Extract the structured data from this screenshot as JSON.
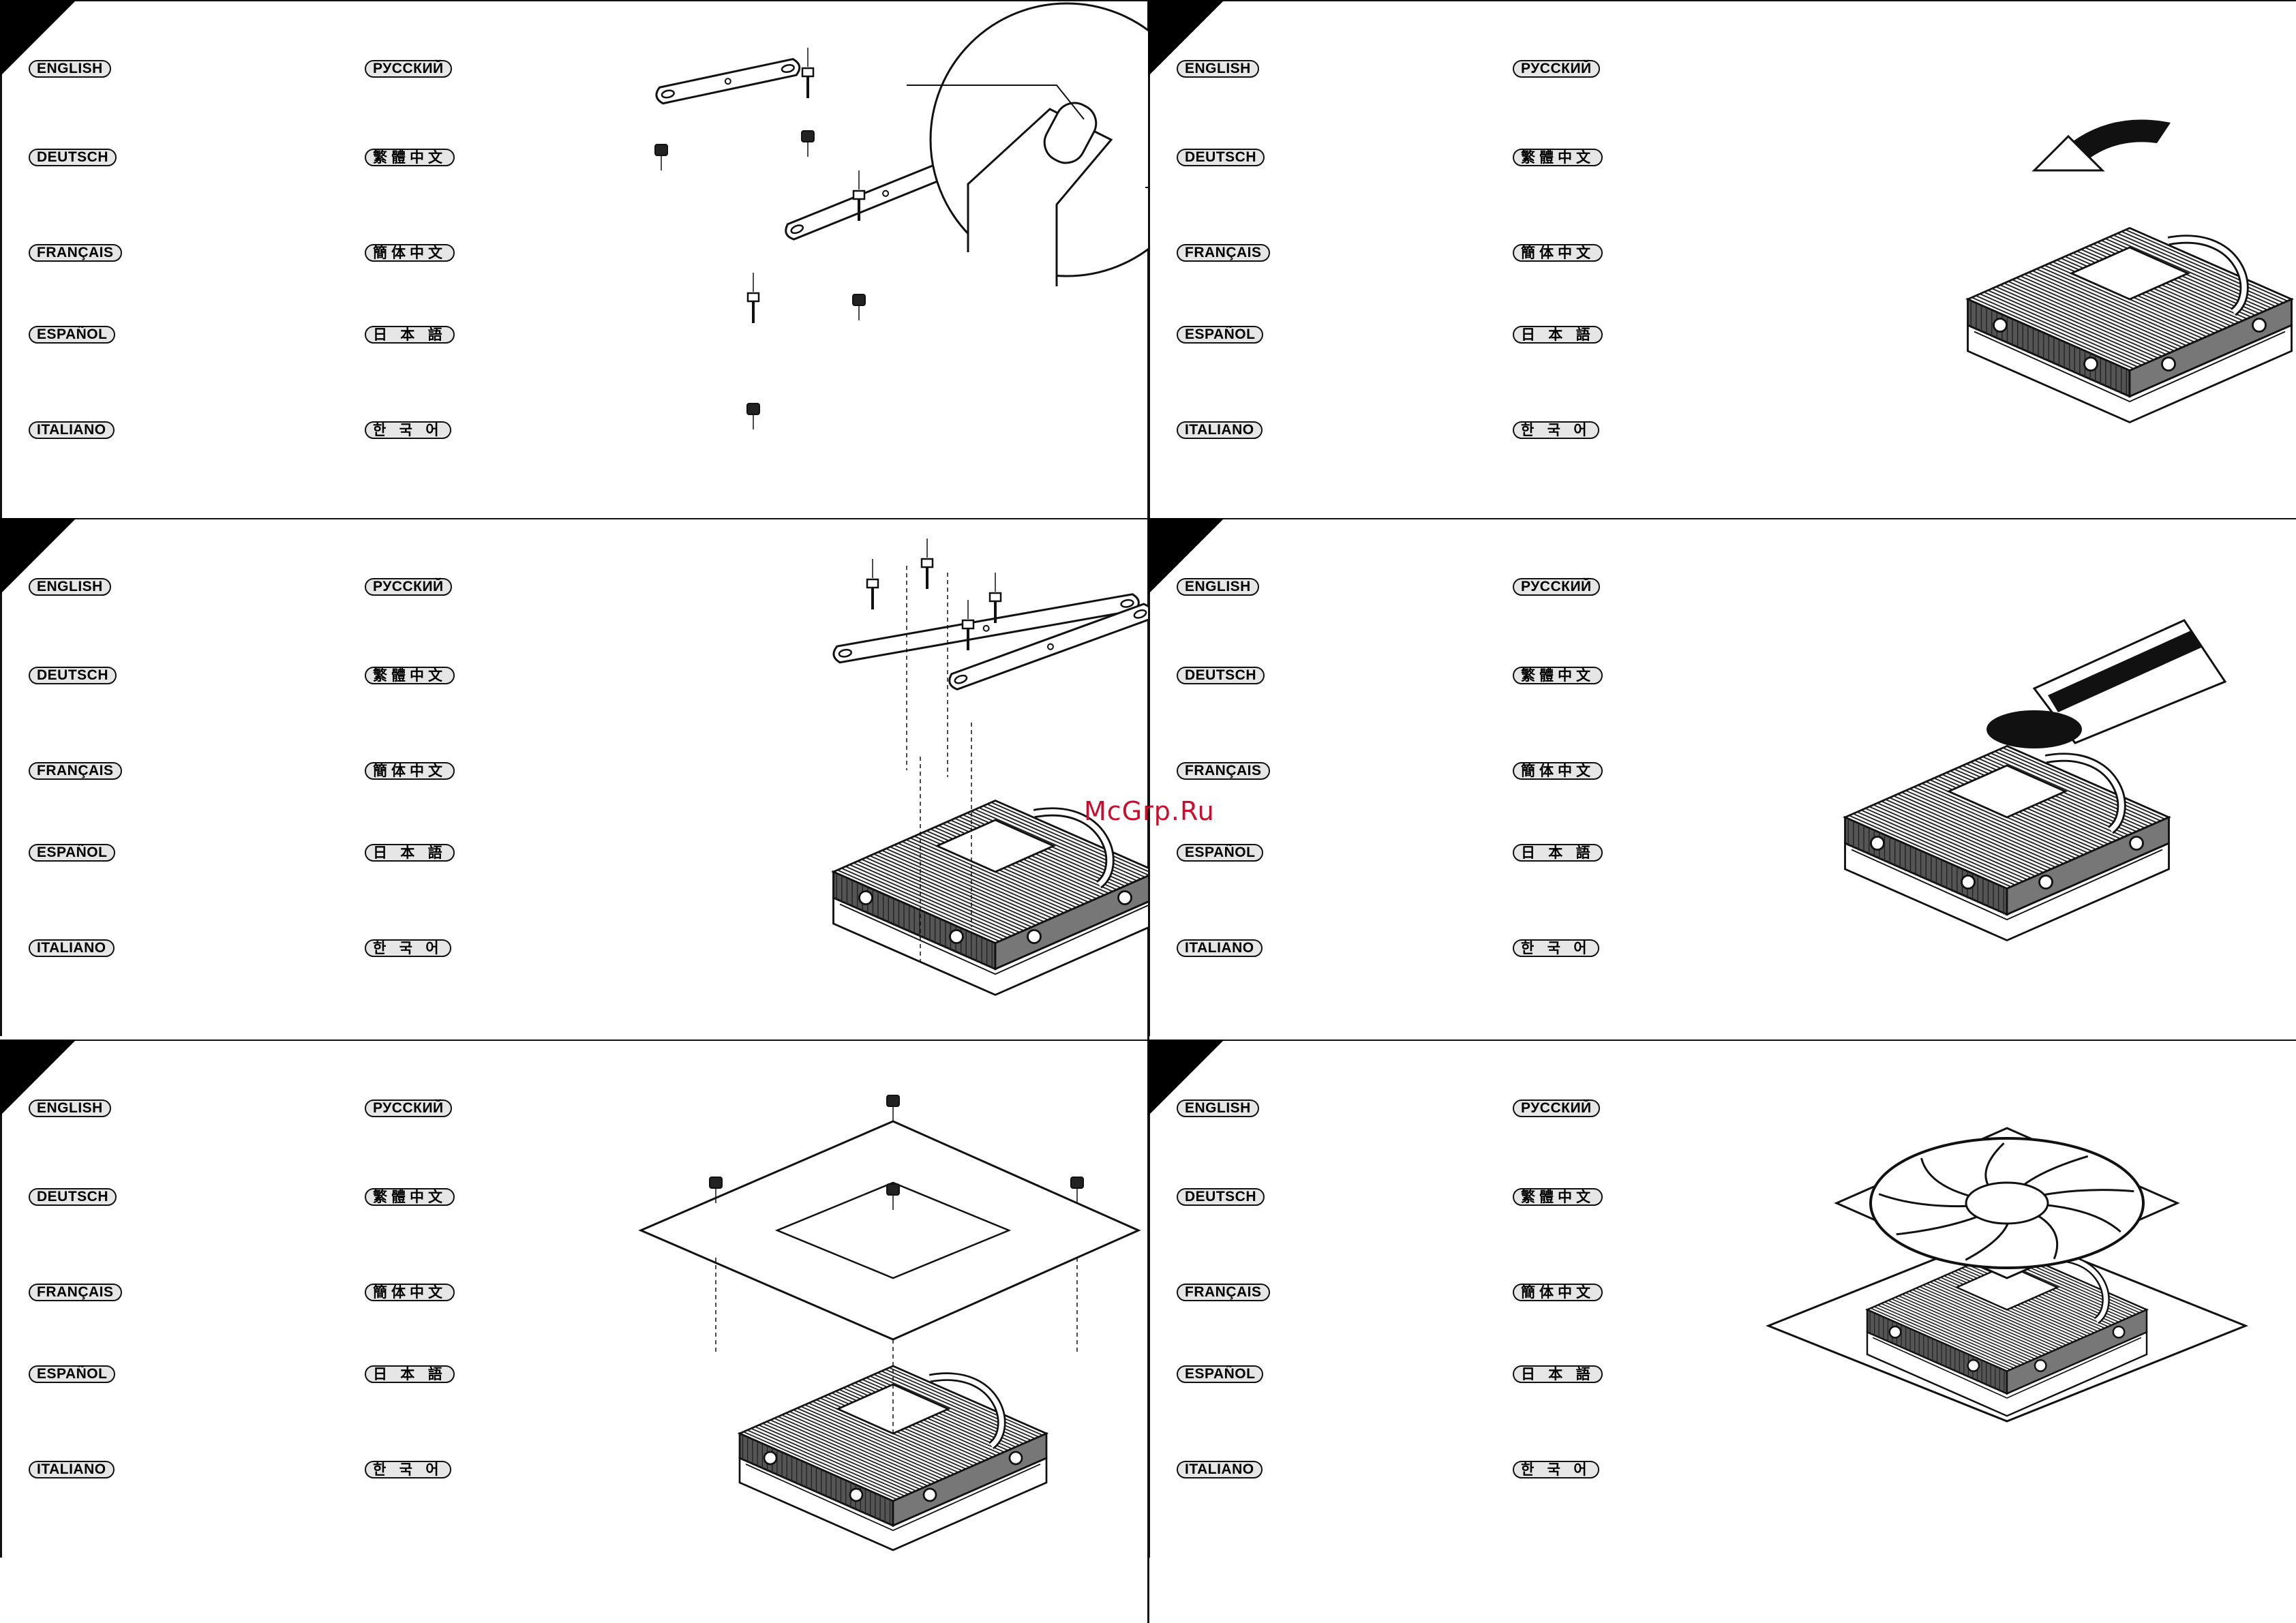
{
  "languages": {
    "en": "ENGLISH",
    "de": "DEUTSCH",
    "fr": "FRANÇAIS",
    "es": "ESPAÑOL",
    "it": "ITALIANO",
    "ru": "РУССКИЙ",
    "zh_tw": "繁體中文",
    "zh_cn": "簡体中文",
    "ja": "日 本 語",
    "ko": "한 국 어"
  },
  "watermark": "McGrp.Ru",
  "colors": {
    "ink": "#111111",
    "label_fill": "#e6e6e6",
    "watermark": "#c8102e"
  },
  "panels": [
    {
      "id": "p1",
      "illustration": "mounting-bars-screws-detail"
    },
    {
      "id": "p2",
      "illustration": "remove-protective-film"
    },
    {
      "id": "p3",
      "illustration": "attach-mounting-bars-to-cooler"
    },
    {
      "id": "p4",
      "illustration": "apply-thermal-paste"
    },
    {
      "id": "p5",
      "illustration": "motherboard-backplate-install"
    },
    {
      "id": "p6",
      "illustration": "fan-installed-final"
    }
  ]
}
